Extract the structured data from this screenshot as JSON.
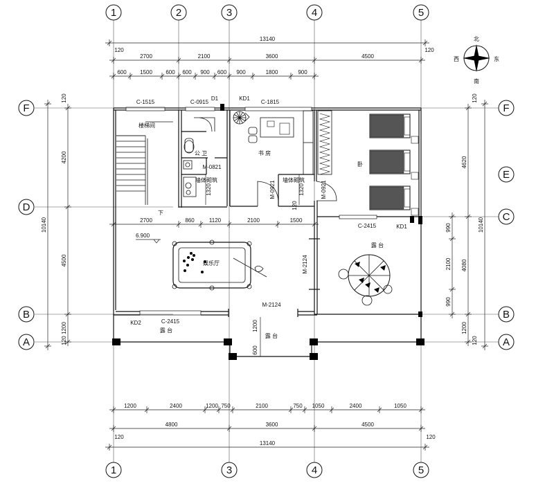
{
  "grid_axes": {
    "vertical": [
      "1",
      "2",
      "3",
      "4",
      "5"
    ],
    "horizontal": [
      "F",
      "E",
      "D",
      "C",
      "B",
      "A"
    ]
  },
  "compass": {
    "north": "北",
    "south": "南",
    "east": "东",
    "west": "西"
  },
  "dims_top": {
    "total": "13140",
    "offset": "120",
    "row1": [
      "2700",
      "2100",
      "3600",
      "4500"
    ],
    "row2": [
      "600",
      "1500",
      "600",
      "600",
      "900",
      "600",
      "900",
      "1800",
      "900"
    ]
  },
  "dims_bottom": {
    "row1": [
      "1200",
      "2400",
      "1200",
      "750",
      "2100",
      "750",
      "1050",
      "2400",
      "1050"
    ],
    "row2": [
      "4800",
      "3600",
      "4500"
    ],
    "offset": "120",
    "total": "13140"
  },
  "dims_left": {
    "total": "10140",
    "parts": [
      "4200",
      "4500",
      "1200"
    ],
    "offset": "120"
  },
  "dims_right": {
    "total": "10140",
    "parts": [
      "4620",
      "4080",
      "1200"
    ],
    "inner": [
      "990",
      "2100",
      "990"
    ],
    "offset": "120"
  },
  "dims_interior": {
    "row": [
      "2700",
      "860",
      "1120",
      "2100",
      "1500"
    ],
    "wc": "1320",
    "study": "1320",
    "gap": "120",
    "porch": [
      "1200",
      "600"
    ],
    "elevation": "6.900"
  },
  "rooms": {
    "stair": "楼梯间",
    "wc": "公 卫",
    "study": "书 房",
    "bedroom": "卧",
    "game_hall": "娱乐厅",
    "terrace_right": "露 台",
    "terrace_left": "露 台",
    "terrace_porch": "露 台"
  },
  "openings": {
    "c1515": "C-1515",
    "c0915": "C-0915",
    "d1": "D1",
    "kd1_top": "KD1",
    "c1815": "C-1815",
    "c2415_right": "C-2415",
    "kd1_right": "KD1",
    "m0821": "M-0821",
    "m0921a": "M-0921",
    "m0921b": "M-0921",
    "m2124_v": "M-2124",
    "m2124_h": "M-2124",
    "kd2": "KD2",
    "c2415_left": "C-2415",
    "note_wc": "墙体砌筑",
    "note_study": "墙体砌筑",
    "stair_up": "下"
  }
}
